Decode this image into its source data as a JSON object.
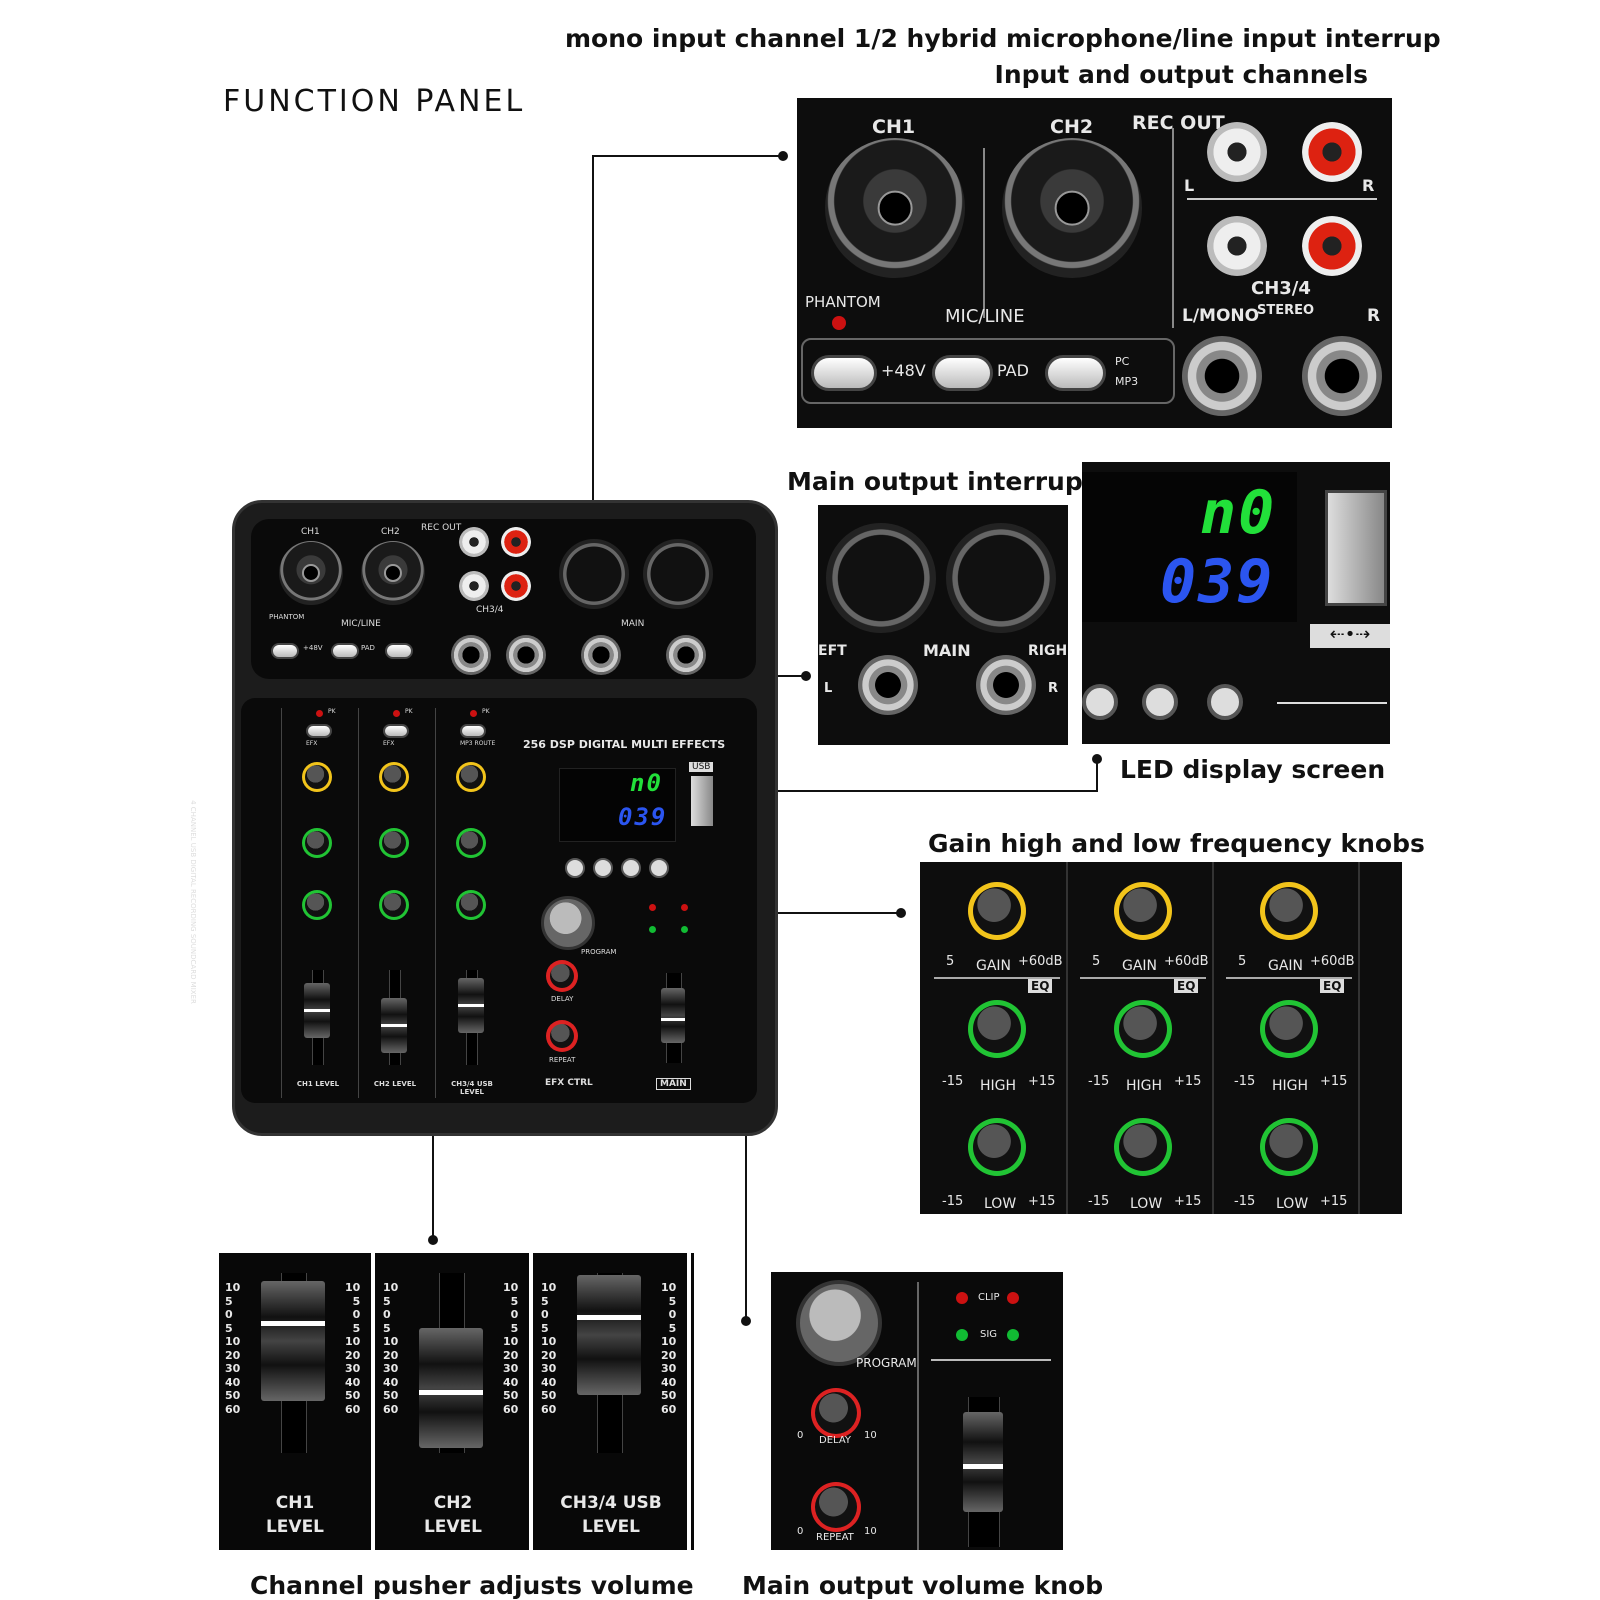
{
  "title": "FUNCTION PANEL",
  "captions": {
    "top_line1": "mono input channel 1/2 hybrid microphone/line input interrup",
    "top_line2": "Input and output channels",
    "main_output": "Main output interrup",
    "led_display": "LED display screen",
    "gain_knobs": "Gain high and low frequency knobs",
    "channel_pusher": "Channel pusher adjusts volume",
    "main_volume": "Main output volume knob"
  },
  "io_panel": {
    "ch1": "CH1",
    "ch2": "CH2",
    "rec_out": "REC OUT",
    "l": "L",
    "r": "R",
    "ch34": "CH3/4",
    "stereo": "STEREO",
    "phantom": "PHANTOM",
    "mic_line": "MIC/LINE",
    "l_mono": "L/MONO",
    "plus48v": "+48V",
    "pad": "PAD",
    "pc": "PC",
    "mp3": "MP3"
  },
  "main_out_panel": {
    "left": "EFT",
    "main": "MAIN",
    "right": "RIGH",
    "l": "L",
    "r": "R"
  },
  "led_panel": {
    "line1": "n0",
    "line2": "039"
  },
  "eq_panel": {
    "channels": [
      {
        "gain_min": "5",
        "gain": "GAIN",
        "gain_max": "+60dB",
        "eq": "EQ",
        "high_min": "-15",
        "high": "HIGH",
        "high_max": "+15",
        "low_min": "-15",
        "low": "LOW",
        "low_max": "+15"
      },
      {
        "gain_min": "5",
        "gain": "GAIN",
        "gain_max": "+60dB",
        "eq": "EQ",
        "high_min": "-15",
        "high": "HIGH",
        "high_max": "+15",
        "low_min": "-15",
        "low": "LOW",
        "low_max": "+15"
      },
      {
        "gain_min": "5",
        "gain": "GAIN",
        "gain_max": "+60dB",
        "eq": "EQ",
        "high_min": "-15",
        "high": "HIGH",
        "high_max": "+15",
        "low_min": "-15",
        "low": "LOW",
        "low_max": "+15"
      }
    ]
  },
  "fader_panel": {
    "channels": [
      {
        "line1": "CH1",
        "line2": "LEVEL"
      },
      {
        "line1": "CH2",
        "line2": "LEVEL"
      },
      {
        "line1": "CH3/4 USB",
        "line2": "LEVEL"
      }
    ],
    "scale": [
      "10",
      "5",
      "0",
      "5",
      "10",
      "20",
      "30",
      "40",
      "50",
      "60"
    ]
  },
  "efx_panel": {
    "program": "PROGRAM",
    "delay": "DELAY",
    "repeat": "REPEAT",
    "clip": "CLIP",
    "sig": "SIG",
    "zero": "0",
    "ten": "10"
  },
  "mixer": {
    "effects": "256 DSP DIGITAL MULTI EFFECTS",
    "usb": "USB",
    "efx_ctrl": "EFX CTRL",
    "main": "MAIN",
    "side_text": "4 CHANNEL USB DIGITAL RECORDING SOUNDCARD MIXER",
    "pk": "PK",
    "efx": "EFX",
    "mp3_route": "MP3 ROUTE",
    "ch1_level": "CH1 LEVEL",
    "ch2_level": "CH2 LEVEL",
    "ch34_level": "CH3/4 USB LEVEL",
    "led1": "n0",
    "led2": "039"
  }
}
